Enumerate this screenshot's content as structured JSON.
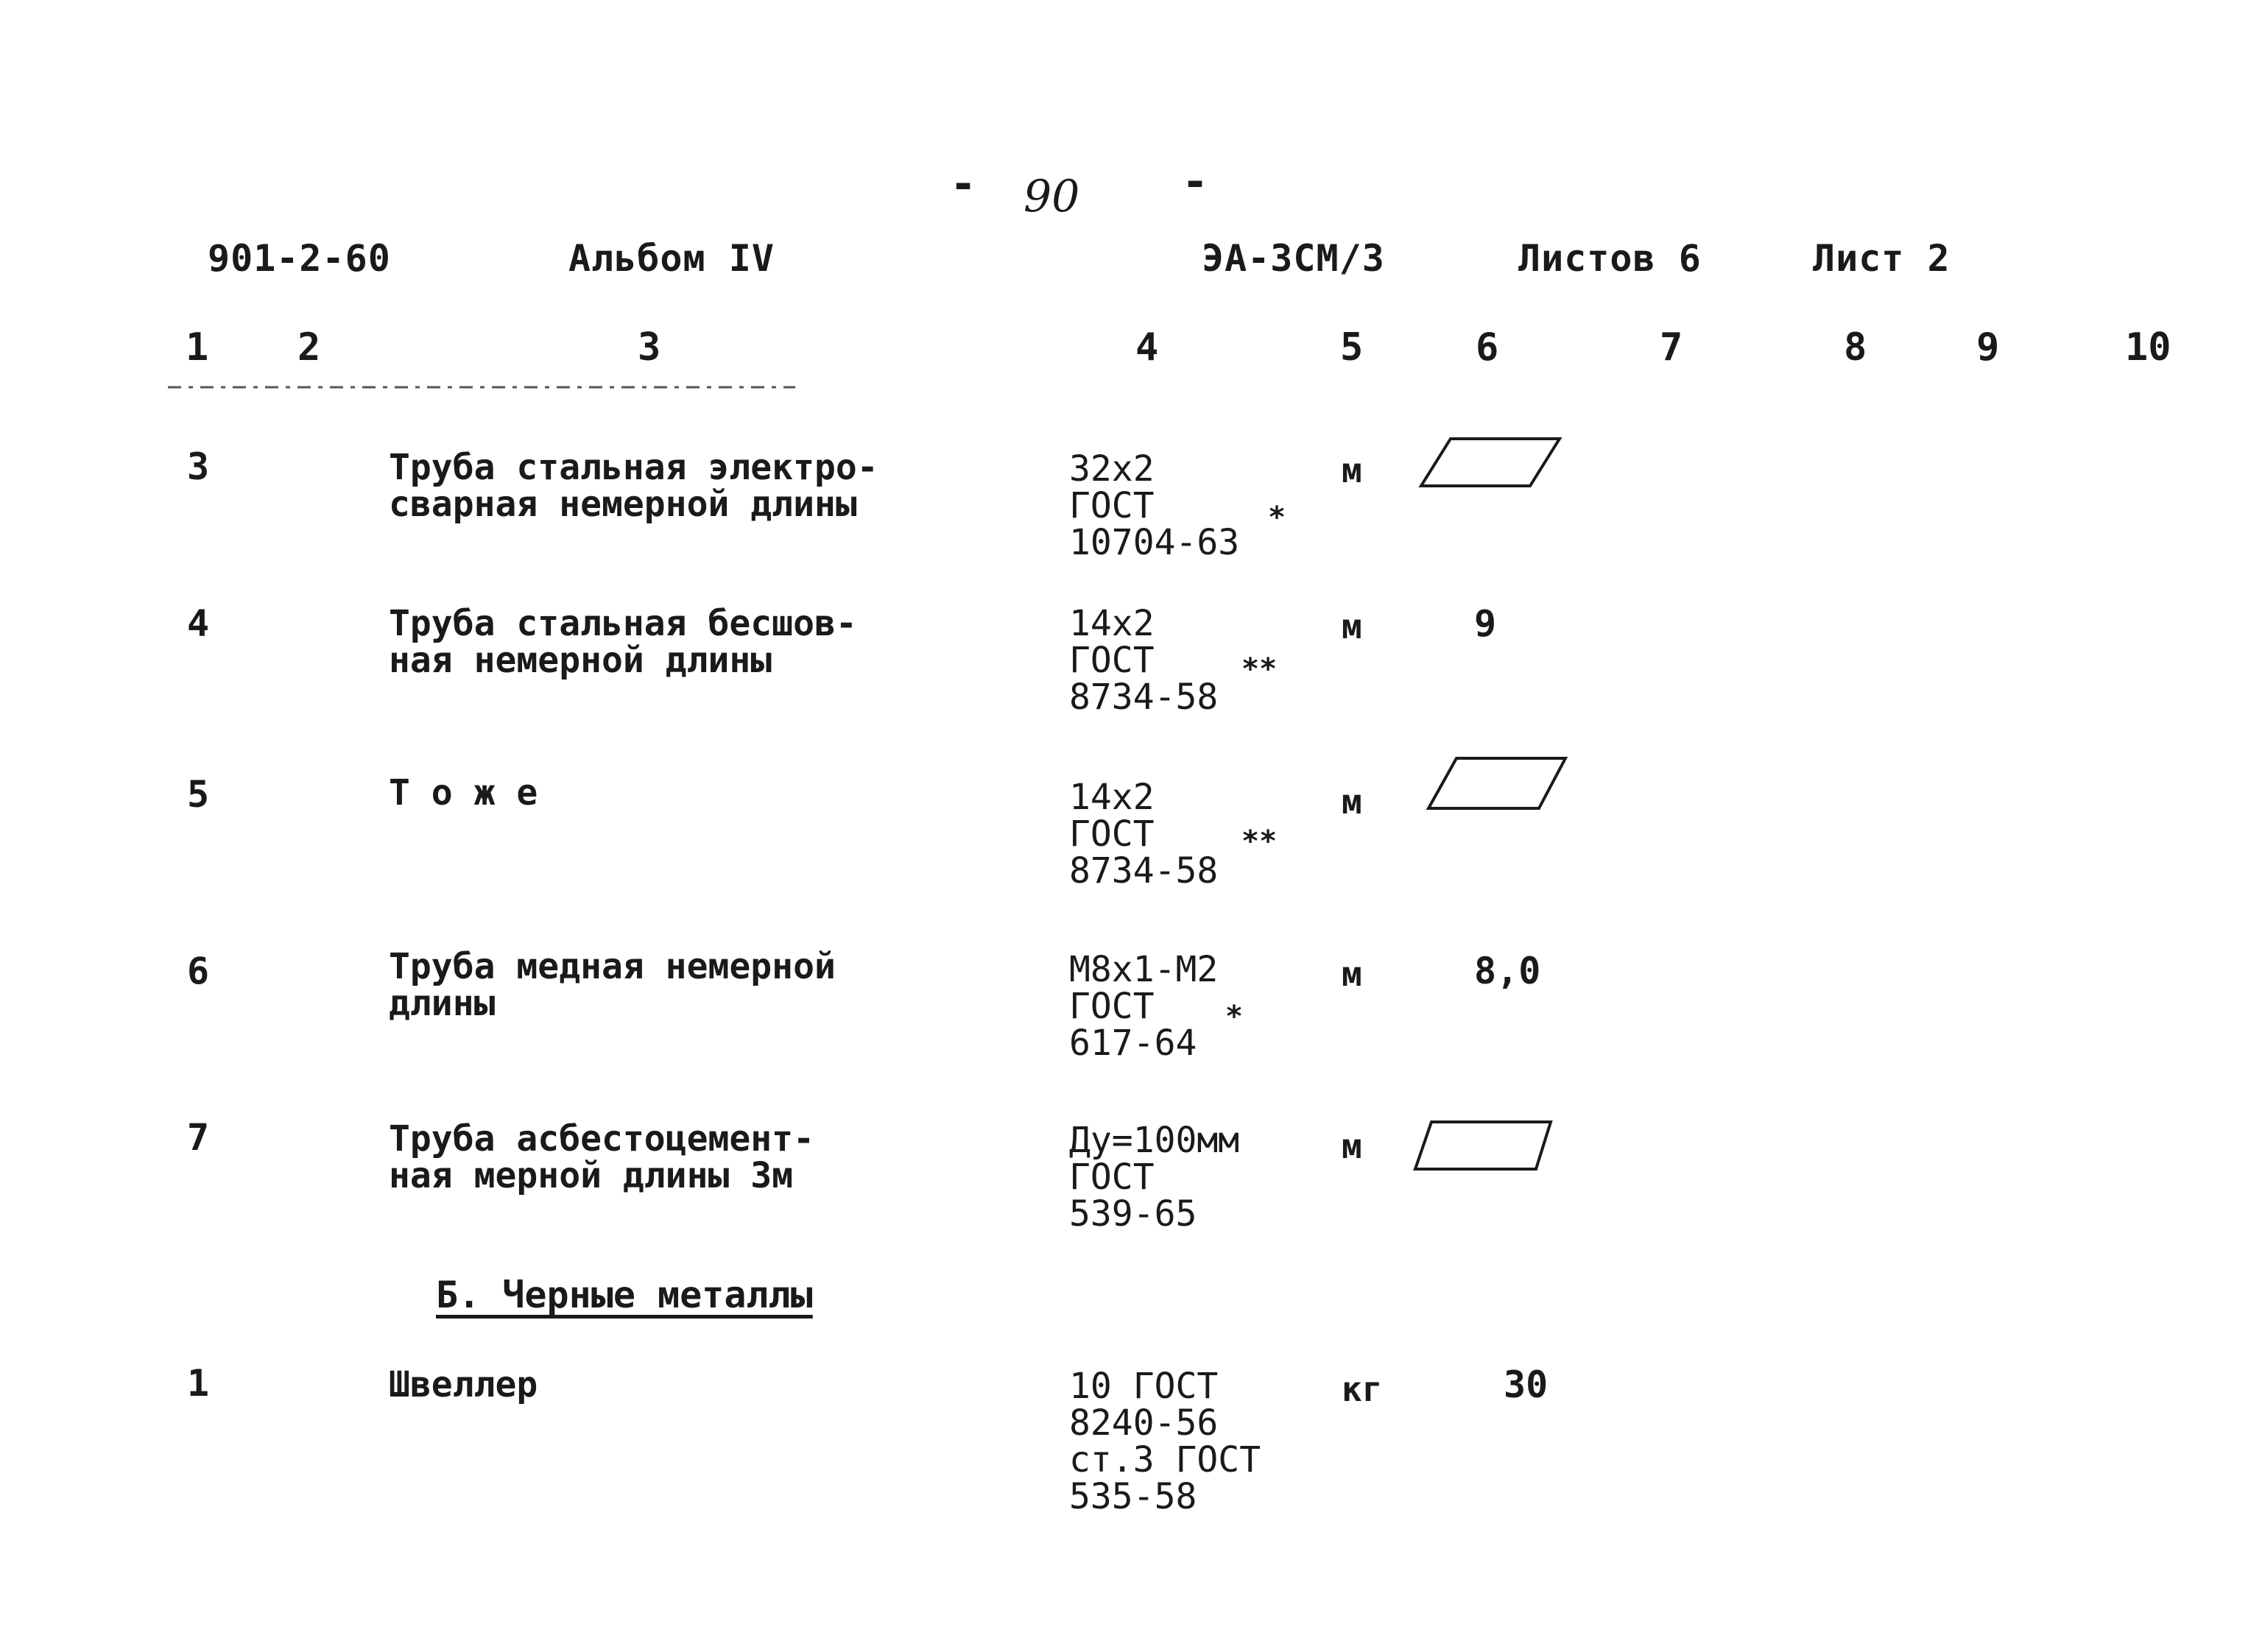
{
  "page_number": "90",
  "header": {
    "project": "901-2-60",
    "album": "Альбом IV",
    "code": "ЭА-3СМ/3",
    "sheets_total": "Листов 6",
    "sheet": "Лист 2"
  },
  "columns": [
    "1",
    "2",
    "3",
    "4",
    "5",
    "6",
    "7",
    "8",
    "9",
    "10"
  ],
  "rows": [
    {
      "num": "3",
      "name": "Труба стальная электро-\nсварная немерной длины",
      "spec": "32х2\nГОСТ\n10704-63",
      "mark": "*",
      "unit": "м",
      "qty": ""
    },
    {
      "num": "4",
      "name": "Труба стальная бесшов-\nная немерной длины",
      "spec": "14х2\nГОСТ\n8734-58",
      "mark": "**",
      "unit": "м",
      "qty": "9"
    },
    {
      "num": "5",
      "name": "Т о ж е",
      "spec": "14х2\nГОСТ\n8734-58",
      "mark": "**",
      "unit": "м",
      "qty": ""
    },
    {
      "num": "6",
      "name": "Труба медная немерной\nдлины",
      "spec": "М8х1-М2\nГОСТ\n617-64",
      "mark": "*",
      "unit": "м",
      "qty": "8,0"
    },
    {
      "num": "7",
      "name": "Труба асбестоцемент-\nная мерной длины 3м",
      "spec": "Ду=100мм\nГОСТ\n539-65",
      "mark": "",
      "unit": "м",
      "qty": ""
    }
  ],
  "section_b": {
    "title": "Б. Черные металлы",
    "rows": [
      {
        "num": "1",
        "name": "Швеллер",
        "spec": "10 ГОСТ\n8240-56\nст.3 ГОСТ\n535-58",
        "unit": "кг",
        "qty": "30"
      }
    ]
  }
}
